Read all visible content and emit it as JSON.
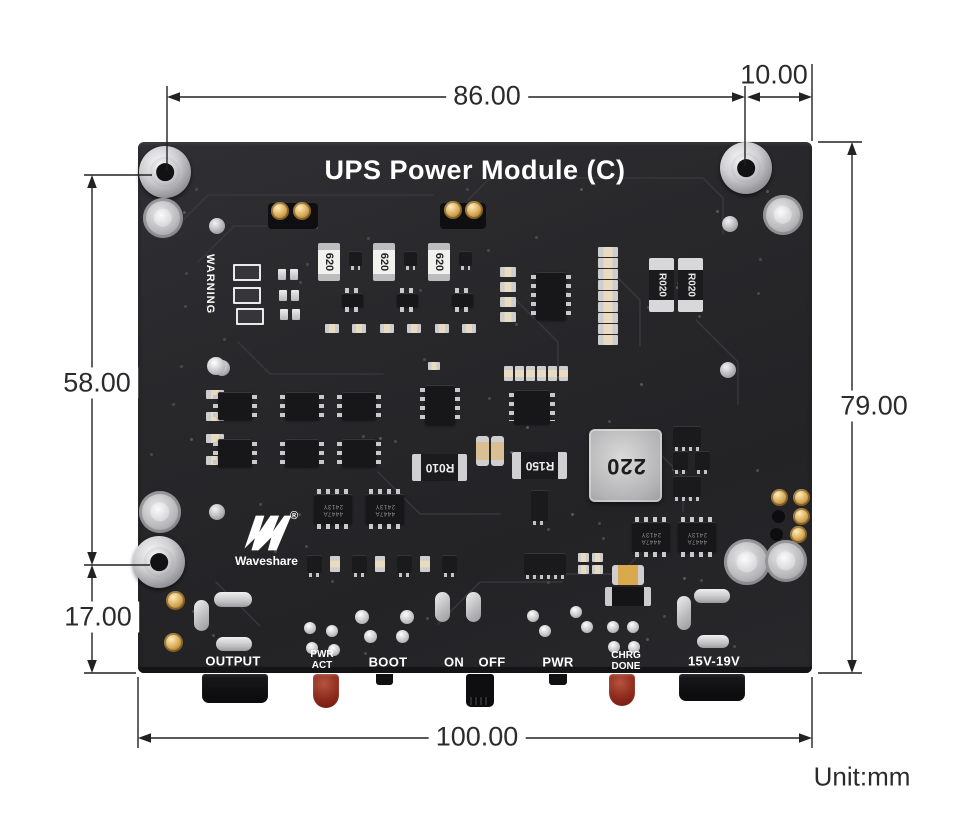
{
  "title": "UPS Power Module (C)",
  "unit_label": "Unit:mm",
  "dimensions": {
    "top_span": "86.00",
    "top_right_span": "10.00",
    "left_upper_span": "58.00",
    "left_lower_span": "17.00",
    "right_span": "79.00",
    "bottom_span": "100.00"
  },
  "silkscreen": {
    "warning": "WARNING",
    "logo_text": "Waveshare",
    "logo_reg": "®",
    "output": "OUTPUT",
    "pwr_act_1": "PWR",
    "pwr_act_2": "ACT",
    "boot": "BOOT",
    "on": "ON",
    "off": "OFF",
    "pwr": "PWR",
    "chrg_1": "CHRG",
    "chrg_2": "DONE",
    "input_range": "15V-19V"
  },
  "components": {
    "res_620": "620",
    "shunt_r020": "R020",
    "shunt_r010": "R010",
    "shunt_r150": "R150",
    "inductor_220": "220",
    "ic_line1": "4447A",
    "ic_line2": "2413Y"
  },
  "colors": {
    "pcb": "#26262a",
    "dimension_line": "#222222",
    "silkscreen": "#ffffff",
    "gold": "#c49a4a",
    "silver": "#c9c9cc",
    "led_red": "#8d2a1c"
  }
}
